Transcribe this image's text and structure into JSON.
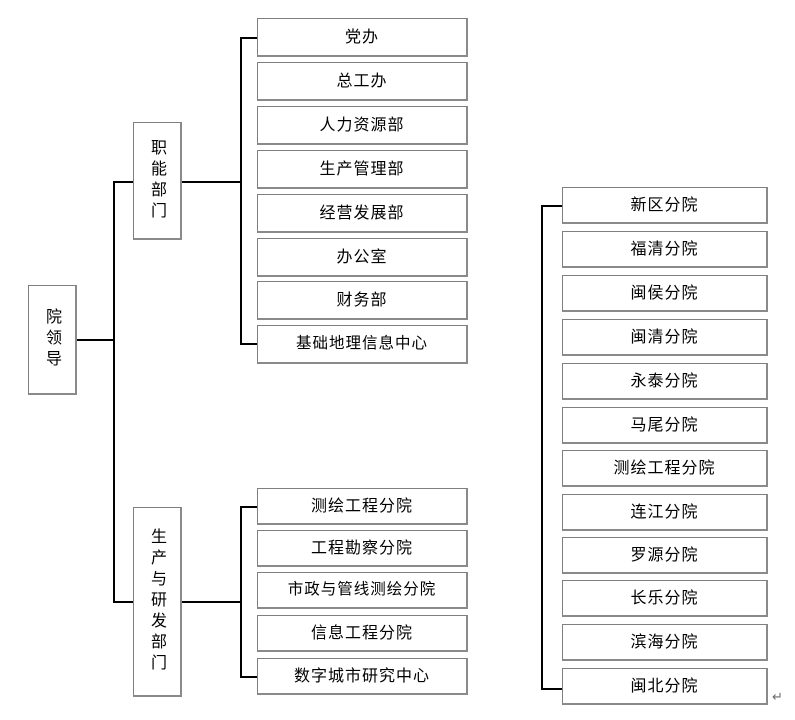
{
  "chart_data": {
    "type": "diagram",
    "diagram_kind": "organization-chart",
    "title": "",
    "orientation": "left-to-right",
    "root": "院领导",
    "branches": [
      {
        "name": "职能部门",
        "children": [
          "党办",
          "总工办",
          "人力资源部",
          "生产管理部",
          "经营发展部",
          "办公室",
          "财务部",
          "基础地理信息中心"
        ]
      },
      {
        "name": "生产与研发部门",
        "children": [
          "测绘工程分院",
          "工程勘察分院",
          "市政与管线测绘分院",
          "信息工程分院",
          "数字城市研究中心"
        ]
      }
    ],
    "detached_group": {
      "name": "",
      "children": [
        "新区分院",
        "福清分院",
        "闽侯分院",
        "闽清分院",
        "永泰分院",
        "马尾分院",
        "测绘工程分院",
        "连江分院",
        "罗源分院",
        "长乐分院",
        "滨海分院",
        "闽北分院"
      ]
    },
    "colors": {
      "box_border": "#7f7f7f",
      "connector": "#000000",
      "background": "#ffffff",
      "text": "#000000"
    }
  },
  "root": {
    "label": "院领导"
  },
  "functional": {
    "label": "职能部门",
    "items": [
      {
        "label": "党办"
      },
      {
        "label": "总工办"
      },
      {
        "label": "人力资源部"
      },
      {
        "label": "生产管理部"
      },
      {
        "label": "经营发展部"
      },
      {
        "label": "办公室"
      },
      {
        "label": "财务部"
      },
      {
        "label": "基础地理信息中心"
      }
    ]
  },
  "production": {
    "label": "生产与研发部门",
    "items": [
      {
        "label": "测绘工程分院"
      },
      {
        "label": "工程勘察分院"
      },
      {
        "label": "市政与管线测绘分院"
      },
      {
        "label": "信息工程分院"
      },
      {
        "label": "数字城市研究中心"
      }
    ]
  },
  "branches": {
    "items": [
      {
        "label": "新区分院"
      },
      {
        "label": "福清分院"
      },
      {
        "label": "闽侯分院"
      },
      {
        "label": "闽清分院"
      },
      {
        "label": "永泰分院"
      },
      {
        "label": "马尾分院"
      },
      {
        "label": "测绘工程分院"
      },
      {
        "label": "连江分院"
      },
      {
        "label": "罗源分院"
      },
      {
        "label": "长乐分院"
      },
      {
        "label": "滨海分院"
      },
      {
        "label": "闽北分院"
      }
    ]
  },
  "marks": {
    "paragraph_mark": "↵"
  }
}
